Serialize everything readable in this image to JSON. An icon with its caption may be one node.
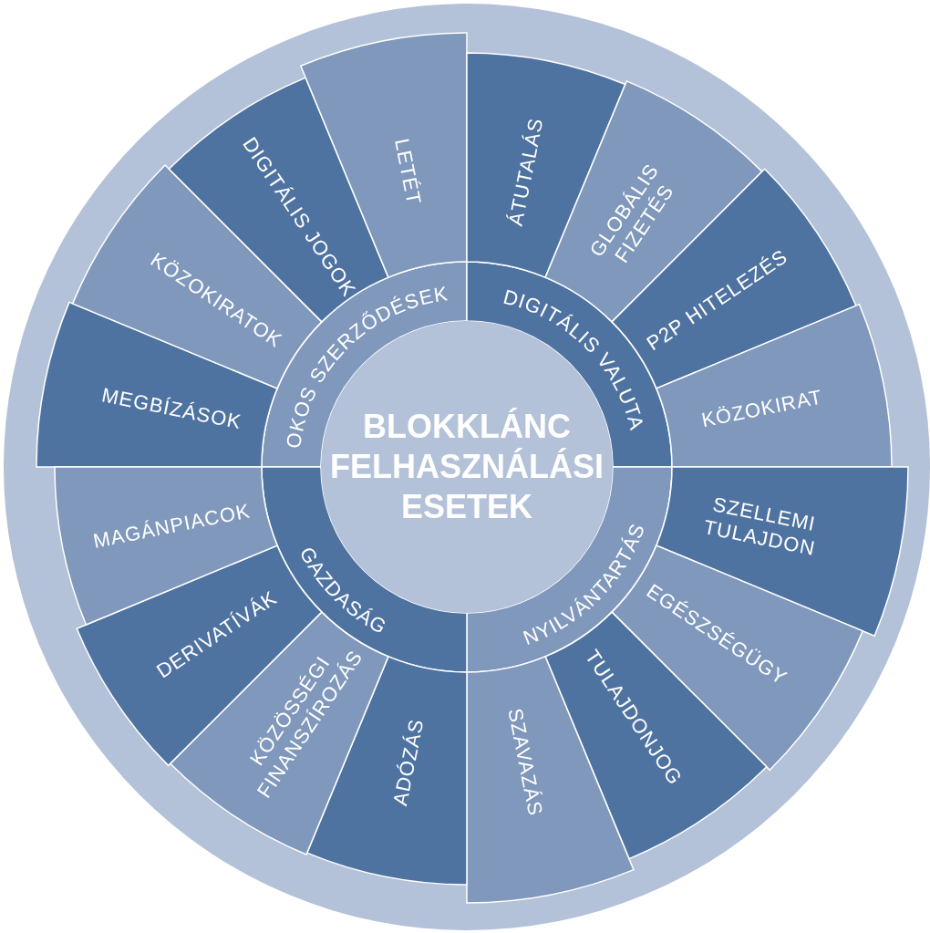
{
  "diagram": {
    "nodes": [
      {
        "text": [
          "BLOKKLÁNC FELHASZNÁLÁSI ESETEK"
        ]
      },
      {
        "text": [
          "OKOS SZERZŐDÉSEK"
        ]
      },
      {
        "text": [
          "DIGITÁLIS VALUTA"
        ]
      },
      {
        "text": [
          "NYILVÁNTARTÁS"
        ]
      },
      {
        "text": [
          "GAZDASÁG"
        ]
      },
      {
        "text": [
          "MEGBÍZÁSOK"
        ]
      },
      {
        "text": [
          "KÖZOKIRATOK"
        ]
      },
      {
        "text": [
          "DIGITÁLIS JOGOK"
        ]
      },
      {
        "text": [
          "LETÉT"
        ]
      },
      {
        "text": [
          "ÁTUTALÁS"
        ]
      },
      {
        "text": [
          "GLOBÁLIS FIZETÉS"
        ]
      },
      {
        "text": [
          "P2P HITELEZÉS"
        ]
      },
      {
        "text": [
          "KÖZOKIRAT"
        ]
      },
      {
        "text": [
          "SZELLEMI TULAJDON"
        ]
      },
      {
        "text": [
          "EGÉSZSÉGÜGY"
        ]
      },
      {
        "text": [
          "TULAJDONJOG"
        ]
      },
      {
        "text": [
          "SZAVAZÁS"
        ]
      },
      {
        "text": [
          "ADÓZÁS"
        ]
      },
      {
        "text": [
          "KÖZÖSSÉGI FINANSZÍROZÁS"
        ]
      },
      {
        "text": [
          "DERIVATÍVÁK"
        ]
      },
      {
        "text": [
          "MAGÁNPIACOK"
        ]
      }
    ],
    "edges": []
  }
}
